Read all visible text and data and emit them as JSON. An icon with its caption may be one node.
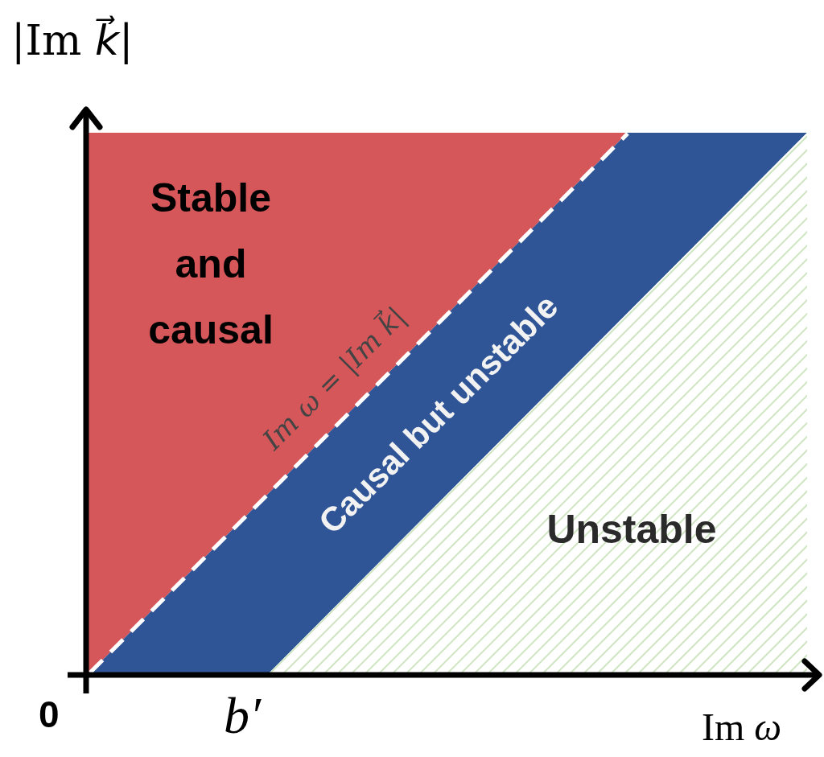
{
  "diagram": {
    "nodes": [
      {
        "text": [
          "Stable and causal"
        ]
      },
      {
        "text": [
          "Causal but unstable"
        ]
      },
      {
        "text": [
          "Unstable"
        ]
      }
    ],
    "labels": [
      "|Im *k⃗*|",
      "*Im ω* = |*Im k⃗*|",
      "0",
      "*b′*",
      "Im *ω*"
    ]
  }
}
